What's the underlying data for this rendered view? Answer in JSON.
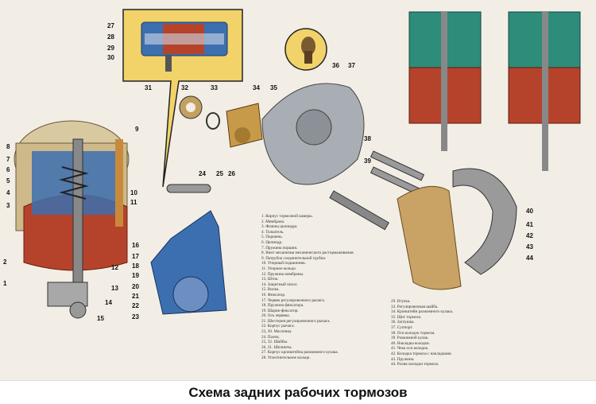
{
  "caption": "Схема задних рабочих тормозов",
  "colors": {
    "background": "#f2eee6",
    "chamber_red": "#b5432b",
    "section_blue": "#3c6fb0",
    "cover_green": "#2e8c7a",
    "metal_grey": "#9a9a9a",
    "lining_tan": "#c9a366",
    "inset_yellow": "#f1d36a"
  },
  "callouts": {
    "n1": "1",
    "n2": "2",
    "n3": "3",
    "n4": "4",
    "n5": "5",
    "n6": "6",
    "n7": "7",
    "n8": "8",
    "n9": "9",
    "n10": "10",
    "n11": "11",
    "n12": "12",
    "n13": "13",
    "n14": "14",
    "n15": "15",
    "n16": "16",
    "n17": "17",
    "n18": "18",
    "n19": "19",
    "n20": "20",
    "n21": "21",
    "n22": "22",
    "n23": "23",
    "n24": "24",
    "n25": "25",
    "n26": "26",
    "n27": "27",
    "n28": "28",
    "n29": "29",
    "n30": "30",
    "n31": "31",
    "n32": "32",
    "n33": "33",
    "n34": "34",
    "n35": "35",
    "n36": "36",
    "n37": "37",
    "n38": "38",
    "n39": "39",
    "n40": "40",
    "n41": "41",
    "n42": "42",
    "n43": "43",
    "n44": "44"
  },
  "legend_left": [
    "1. Корпус тормозной камеры.",
    "2. Мембрана.",
    "3. Фланец цилиндра.",
    "4. Толкатель.",
    "5. Поршень.",
    "6. Цилиндр.",
    "7. Пружина поршня.",
    "8. Винт механизма механического растормаживания.",
    "9. Патрубок соединительной трубки.",
    "10. Упорный подшипник.",
    "11. Упорное кольцо.",
    "12. Пружина мембраны.",
    "13. Шток.",
    "14. Защитный чехол.",
    "15. Вилка.",
    "16. Фиксатор.",
    "17. Червяк регулировочного рычага.",
    "18. Пружина фиксатора.",
    "19. Шарик-фиксатор.",
    "20. Ось червяка.",
    "21. Шестерня регулировочного рычага.",
    "22. Корпус рычага.",
    "23, 30. Масленка.",
    "24. Палец.",
    "25, 32. Шайбы.",
    "26, 31. Шплинты.",
    "27. Корпус кронштейна разжимного кулака.",
    "28. Уплотнительное кольцо."
  ],
  "legend_right": [
    "29. Втулка.",
    "33. Регулировочная шайба.",
    "34. Кронштейн разжимного кулака.",
    "35. Щит тормоза.",
    "36. Заглушка.",
    "37. Суппорт.",
    "38. Оси колодок тормоза.",
    "39. Разжимной кулак.",
    "40. Накладка колодки.",
    "41. Чека оси колодок.",
    "42. Колодка тормоза с накладками.",
    "43. Пружина.",
    "44. Ролик колодки тормоза."
  ]
}
